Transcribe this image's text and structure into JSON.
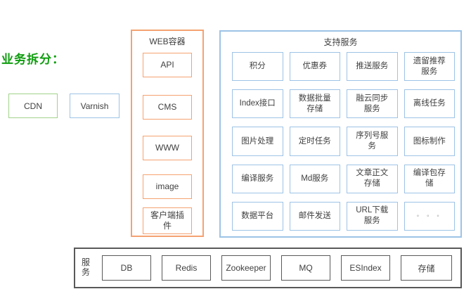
{
  "heading": {
    "text": "业务拆分："
  },
  "edge_nodes": {
    "cdn": {
      "label": "CDN"
    },
    "varnish": {
      "label": "Varnish"
    }
  },
  "web_container": {
    "title": "WEB容器",
    "items": [
      "API",
      "CMS",
      "WWW",
      "image",
      "客户端插件"
    ]
  },
  "support_services": {
    "title": "支持服务",
    "items": [
      "积分",
      "优惠券",
      "推送服务",
      "遗留推荐服务",
      "Index接口",
      "数据批量存储",
      "融云同步服务",
      "离线任务",
      "图片处理",
      "定时任务",
      "序列号服务",
      "图标制作",
      "编译服务",
      "Md服务",
      "文章正文存储",
      "编译包存储",
      "数据平台",
      "邮件发送",
      "URL下载服务",
      "◦ ◦ ◦"
    ]
  },
  "infra": {
    "label": "服务",
    "items": [
      "DB",
      "Redis",
      "Zookeeper",
      "MQ",
      "ESIndex",
      "存储"
    ]
  },
  "colors": {
    "orange_border": "#f5a271",
    "blue_border": "#9dc3e6",
    "green_border": "#a2d28b",
    "dark_border": "#595959",
    "heading_green": "#0f9d0f",
    "text": "#404040"
  }
}
